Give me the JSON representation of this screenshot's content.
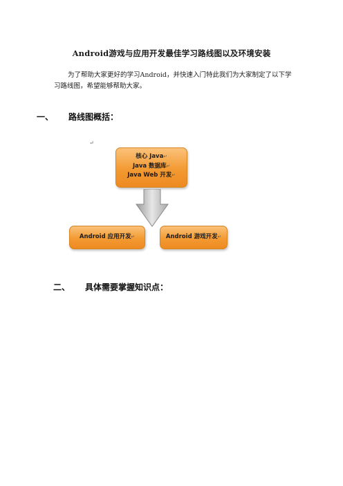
{
  "document": {
    "title": "Android游戏与应用开发最佳学习路线图以及环境安装",
    "intro": "为了帮助大家更好的学习Android，并快速入门特此我们为大家制定了以下学习路线图，希望能够帮助大家。",
    "sections": [
      {
        "number": "一、",
        "heading": "路线图概括："
      },
      {
        "number": "二、",
        "heading": "具体需要掌握知识点："
      }
    ]
  },
  "diagram": {
    "top_box": [
      "核心 Java",
      "Java 数据库",
      "Java Web 开发"
    ],
    "left_box": "Android 应用开发",
    "right_box": "Android 游戏开发",
    "return_mark": "↵"
  },
  "colors": {
    "box_fill": "#f39a32",
    "arrow_fill": "#bdbdbd"
  }
}
